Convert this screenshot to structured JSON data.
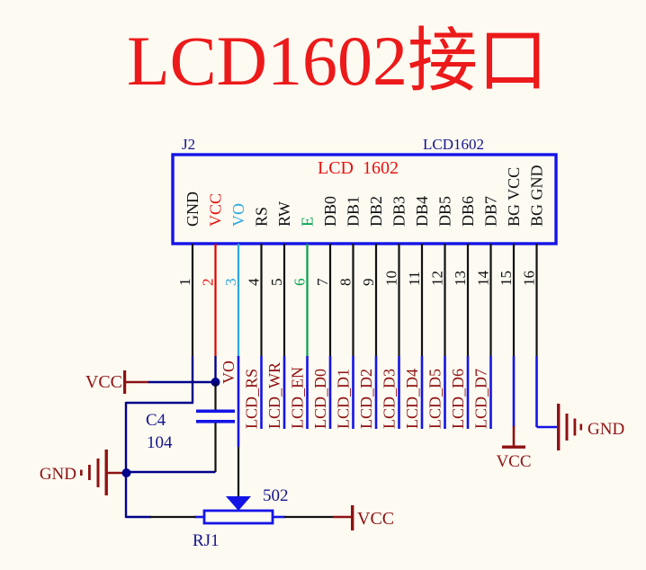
{
  "title": "LCD1602接口",
  "connector": {
    "refdes": "J2",
    "part_label": "LCD1602",
    "inner_title": "LCD  1602",
    "pins": [
      {
        "num": "1",
        "name": "GND"
      },
      {
        "num": "2",
        "name": "VCC"
      },
      {
        "num": "3",
        "name": "VO"
      },
      {
        "num": "4",
        "name": "RS"
      },
      {
        "num": "5",
        "name": "RW"
      },
      {
        "num": "6",
        "name": "E"
      },
      {
        "num": "7",
        "name": "DB0"
      },
      {
        "num": "8",
        "name": "DB1"
      },
      {
        "num": "9",
        "name": "DB2"
      },
      {
        "num": "10",
        "name": "DB3"
      },
      {
        "num": "11",
        "name": "DB4"
      },
      {
        "num": "12",
        "name": "DB5"
      },
      {
        "num": "13",
        "name": "DB6"
      },
      {
        "num": "14",
        "name": "DB7"
      },
      {
        "num": "15",
        "name": "BG VCC"
      },
      {
        "num": "16",
        "name": "BG GND"
      }
    ]
  },
  "net_labels": [
    "VO",
    "LCD_RS",
    "LCD_WR",
    "LCD_EN",
    "LCD_D0",
    "LCD_D1",
    "LCD_D2",
    "LCD_D3",
    "LCD_D4",
    "LCD_D5",
    "LCD_D6",
    "LCD_D7"
  ],
  "components": {
    "capacitor": {
      "refdes": "C4",
      "value": "104"
    },
    "potentiometer": {
      "refdes": "RJ1",
      "value": "502"
    }
  },
  "power": {
    "vcc_left": "VCC",
    "gnd_left": "GND",
    "vcc_backlight": "VCC",
    "gnd_backlight": "GND",
    "vcc_pot": "VCC"
  },
  "colors": {
    "title_red": "#ec1a1a",
    "component_blue": "#1414e6",
    "wire_navy": "#00008b",
    "power_dark_red": "#8e1212",
    "pin_vcc_red": "#e00000",
    "pin_vo_cyan": "#2ba6de",
    "pin_e_green": "#00a14e"
  }
}
